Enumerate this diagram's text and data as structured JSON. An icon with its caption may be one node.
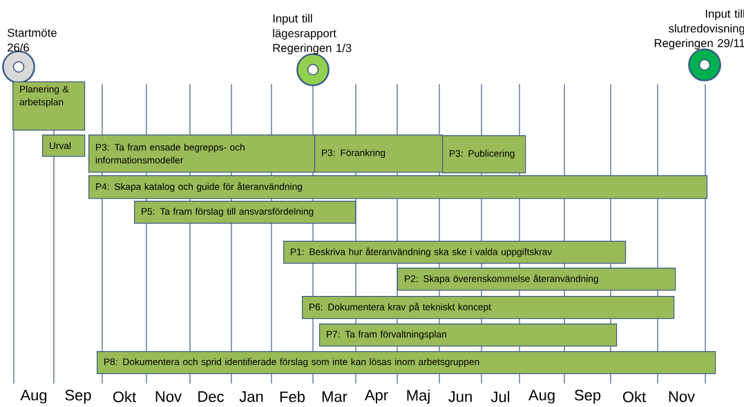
{
  "diagram": {
    "nodes": [
      {
        "text": [
          "Startmöte 26/6"
        ]
      },
      {
        "text": [
          "Input till lägesrapport Regeringen 1/3"
        ]
      },
      {
        "text": [
          "Input till slutredovisning Regeringen 29/11"
        ]
      },
      {
        "text": [
          "Planering & arbetsplan"
        ]
      },
      {
        "text": [
          "Urval"
        ]
      },
      {
        "text": [
          "P3: Ta fram ensade begrepps- och informationsmodeller"
        ]
      },
      {
        "text": [
          "P3: Förankring"
        ]
      },
      {
        "text": [
          "P3: Publicering"
        ]
      },
      {
        "text": [
          "P4: Skapa katalog och guide för återanvändning"
        ]
      },
      {
        "text": [
          "P5: Ta fram förslag till ansvarsfördelning"
        ]
      },
      {
        "text": [
          "P1: Beskriva hur återanvändning ska ske i valda uppgiftskrav"
        ]
      },
      {
        "text": [
          "P2: Skapa överenskommelse återanvändning"
        ]
      },
      {
        "text": [
          "P6: Dokumentera krav på tekniskt koncept"
        ]
      },
      {
        "text": [
          "P7: Ta fram förvaltningsplan"
        ]
      },
      {
        "text": [
          "P8: Dokumentera och sprid identifierade förslag som inte kan lösas inom arbetsgruppen"
        ]
      }
    ],
    "labels": [
      "Aug",
      "Sep",
      "Okt",
      "Nov",
      "Dec",
      "Jan",
      "Feb",
      "Mar",
      "Apr",
      "Maj",
      "Jun",
      "Jul",
      "Aug",
      "Sep",
      "Okt",
      "Nov"
    ]
  }
}
